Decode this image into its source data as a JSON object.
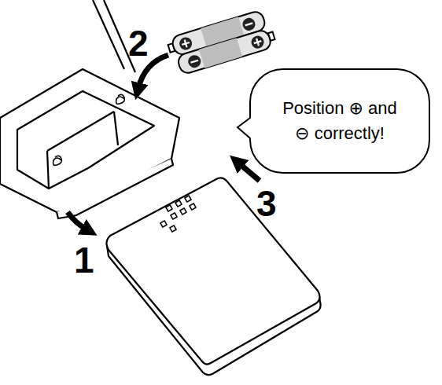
{
  "diagram": {
    "nodes": [
      {
        "text": [
          "Position ⊕ and ⊖ correctly!"
        ]
      }
    ],
    "labels": [
      "1",
      "2",
      "3"
    ]
  }
}
